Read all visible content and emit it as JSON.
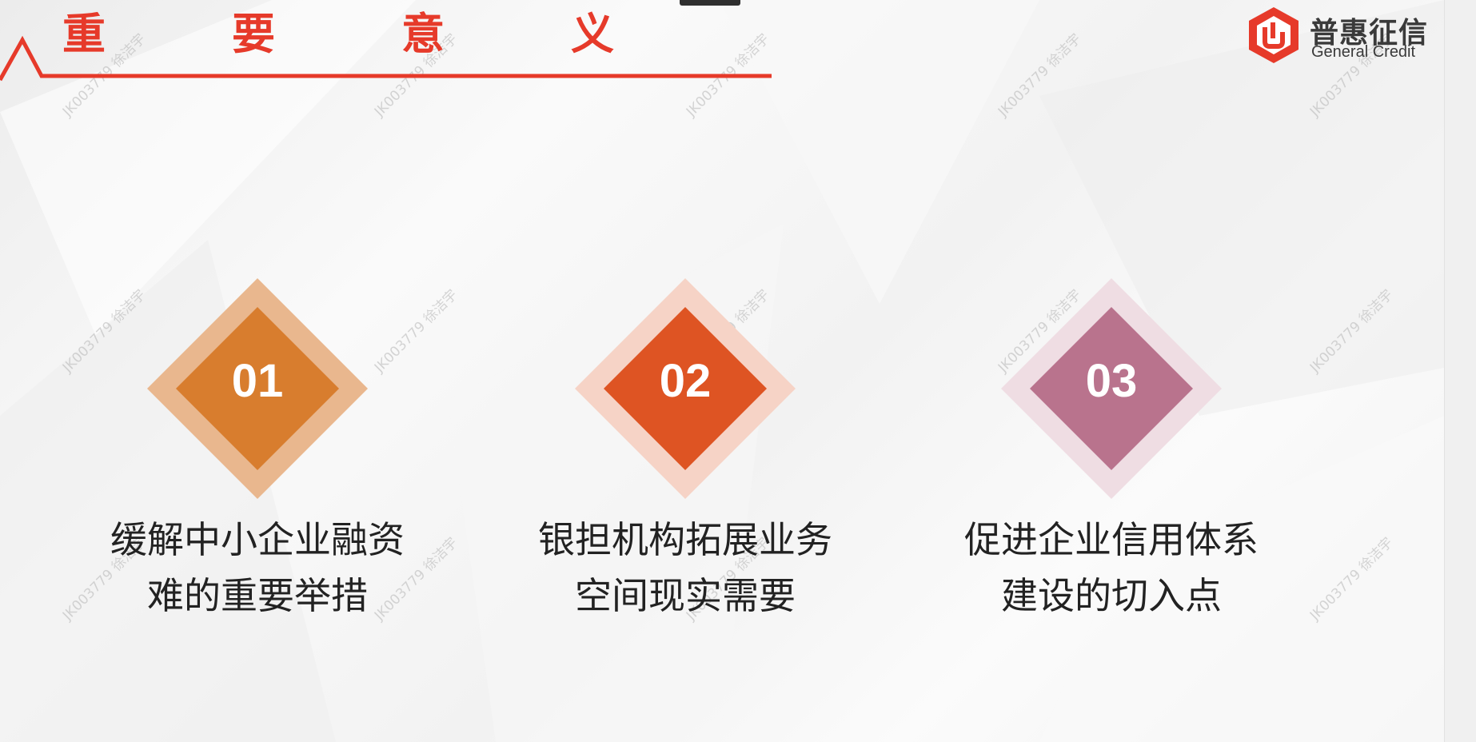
{
  "title": {
    "chars": [
      "重",
      "要",
      "意",
      "义"
    ],
    "color": "#e63a2a"
  },
  "logo": {
    "name_cn": "普惠征信",
    "name_en": "General Credit",
    "icon": "general-credit-logo-icon",
    "color": "#e63a2a"
  },
  "cards": [
    {
      "number": "01",
      "caption_line1": "缓解中小企业融资",
      "caption_line2": "难的重要举措",
      "outer_color": "#e9b78e",
      "inner_color": "#d87d2e"
    },
    {
      "number": "02",
      "caption_line1": "银担机构拓展业务",
      "caption_line2": "空间现实需要",
      "outer_color": "#f6d3c6",
      "inner_color": "#de5423"
    },
    {
      "number": "03",
      "caption_line1": "促进企业信用体系",
      "caption_line2": "建设的切入点",
      "outer_color": "#efdde3",
      "inner_color": "#b9738d"
    }
  ],
  "watermark": "JK003779 徐洁宇"
}
